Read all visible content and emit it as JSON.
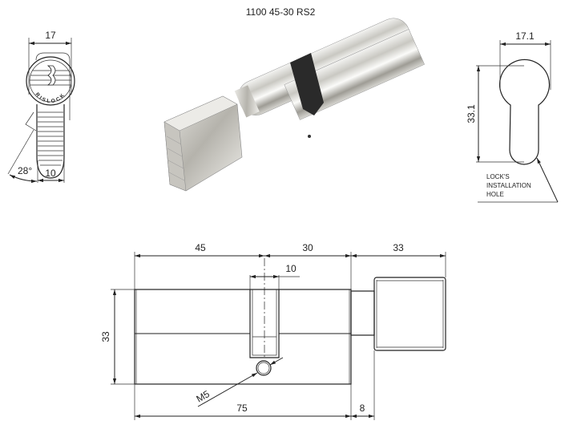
{
  "title": "1100 45-30 RS2",
  "side_view": {
    "width_label": "17",
    "tongue_label": "10",
    "angle_label": "28°",
    "brand": "RISLOCK"
  },
  "hole_view": {
    "width_label": "17.1",
    "height_label": "33.1",
    "note_lines": [
      "LOCK'S",
      "INSTALLATION",
      "HOLE"
    ]
  },
  "front_view": {
    "dim_left": "45",
    "dim_right": "30",
    "dim_knob": "33",
    "dim_cam": "10",
    "dim_height": "33",
    "dim_total": "75",
    "dim_neck": "8",
    "screw_label": "M5"
  },
  "colors": {
    "line": "#222222",
    "cam": "#2a2a2a"
  }
}
